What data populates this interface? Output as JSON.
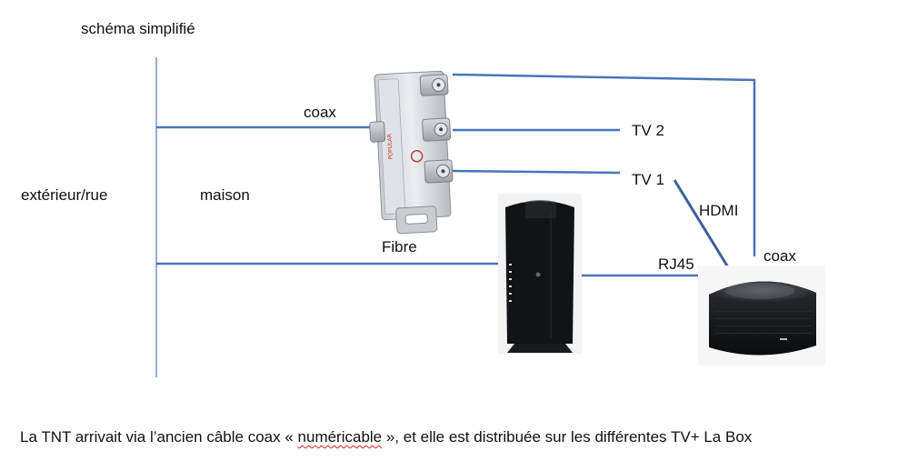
{
  "title": "schéma simplifié",
  "zones": {
    "outside": "extérieur/rue",
    "house": "maison"
  },
  "labels": {
    "coax_in": "coax",
    "tv2": "TV 2",
    "tv1": "TV 1",
    "hdmi": "HDMI",
    "fibre": "Fibre",
    "rj45": "RJ45",
    "coax_box": "coax"
  },
  "caption": {
    "before": "La TNT arrivait via l’ancien câble coax « ",
    "highlight": "numéricable",
    "after": " », et elle est distribuée sur les différentes TV+ La Box"
  },
  "colors": {
    "wire": "#4a74b8",
    "divider": "#7a9ccf",
    "hdmi_wire": "#3d5f9a"
  }
}
